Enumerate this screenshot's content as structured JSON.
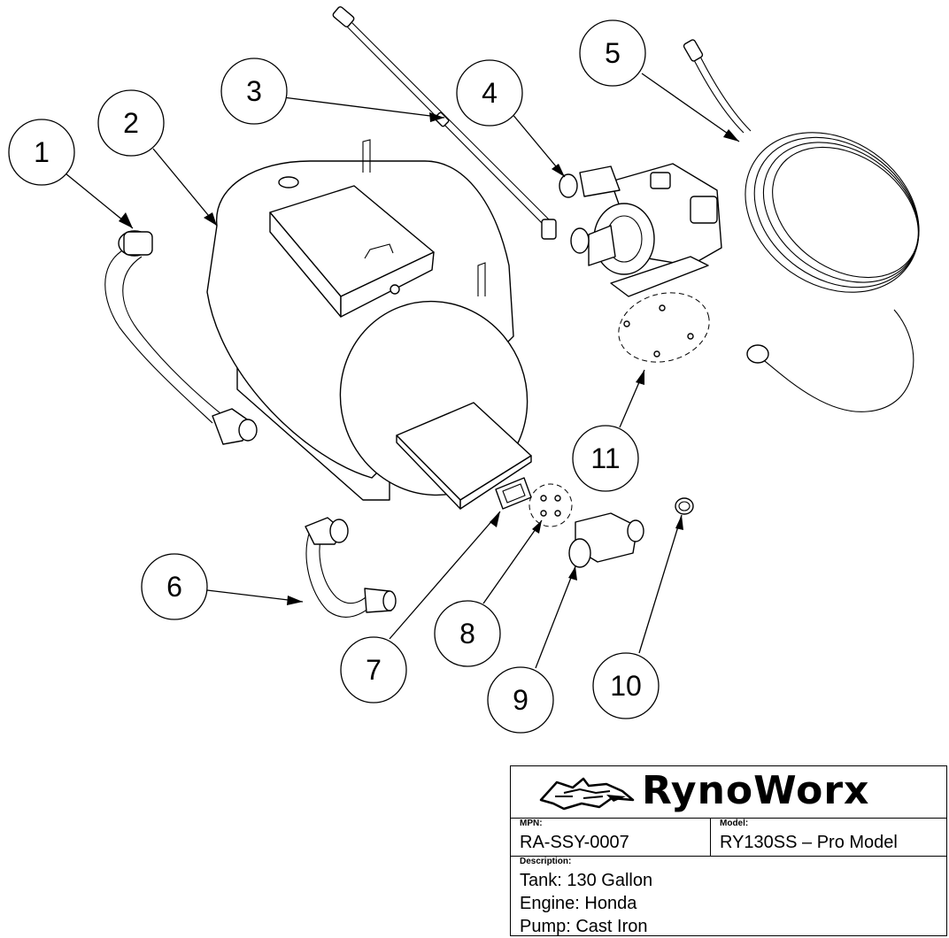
{
  "callouts": [
    "1",
    "2",
    "3",
    "4",
    "5",
    "6",
    "7",
    "8",
    "9",
    "10",
    "11"
  ],
  "title_block": {
    "brand": "RynoWorx",
    "mpn_label": "MPN:",
    "mpn_value": "RA-SSY-0007",
    "model_label": "Model:",
    "model_value": "RY130SS – Pro Model",
    "description_label": "Description:",
    "description_lines": [
      "Tank: 130 Gallon",
      "Engine: Honda",
      "Pump: Cast Iron"
    ]
  }
}
